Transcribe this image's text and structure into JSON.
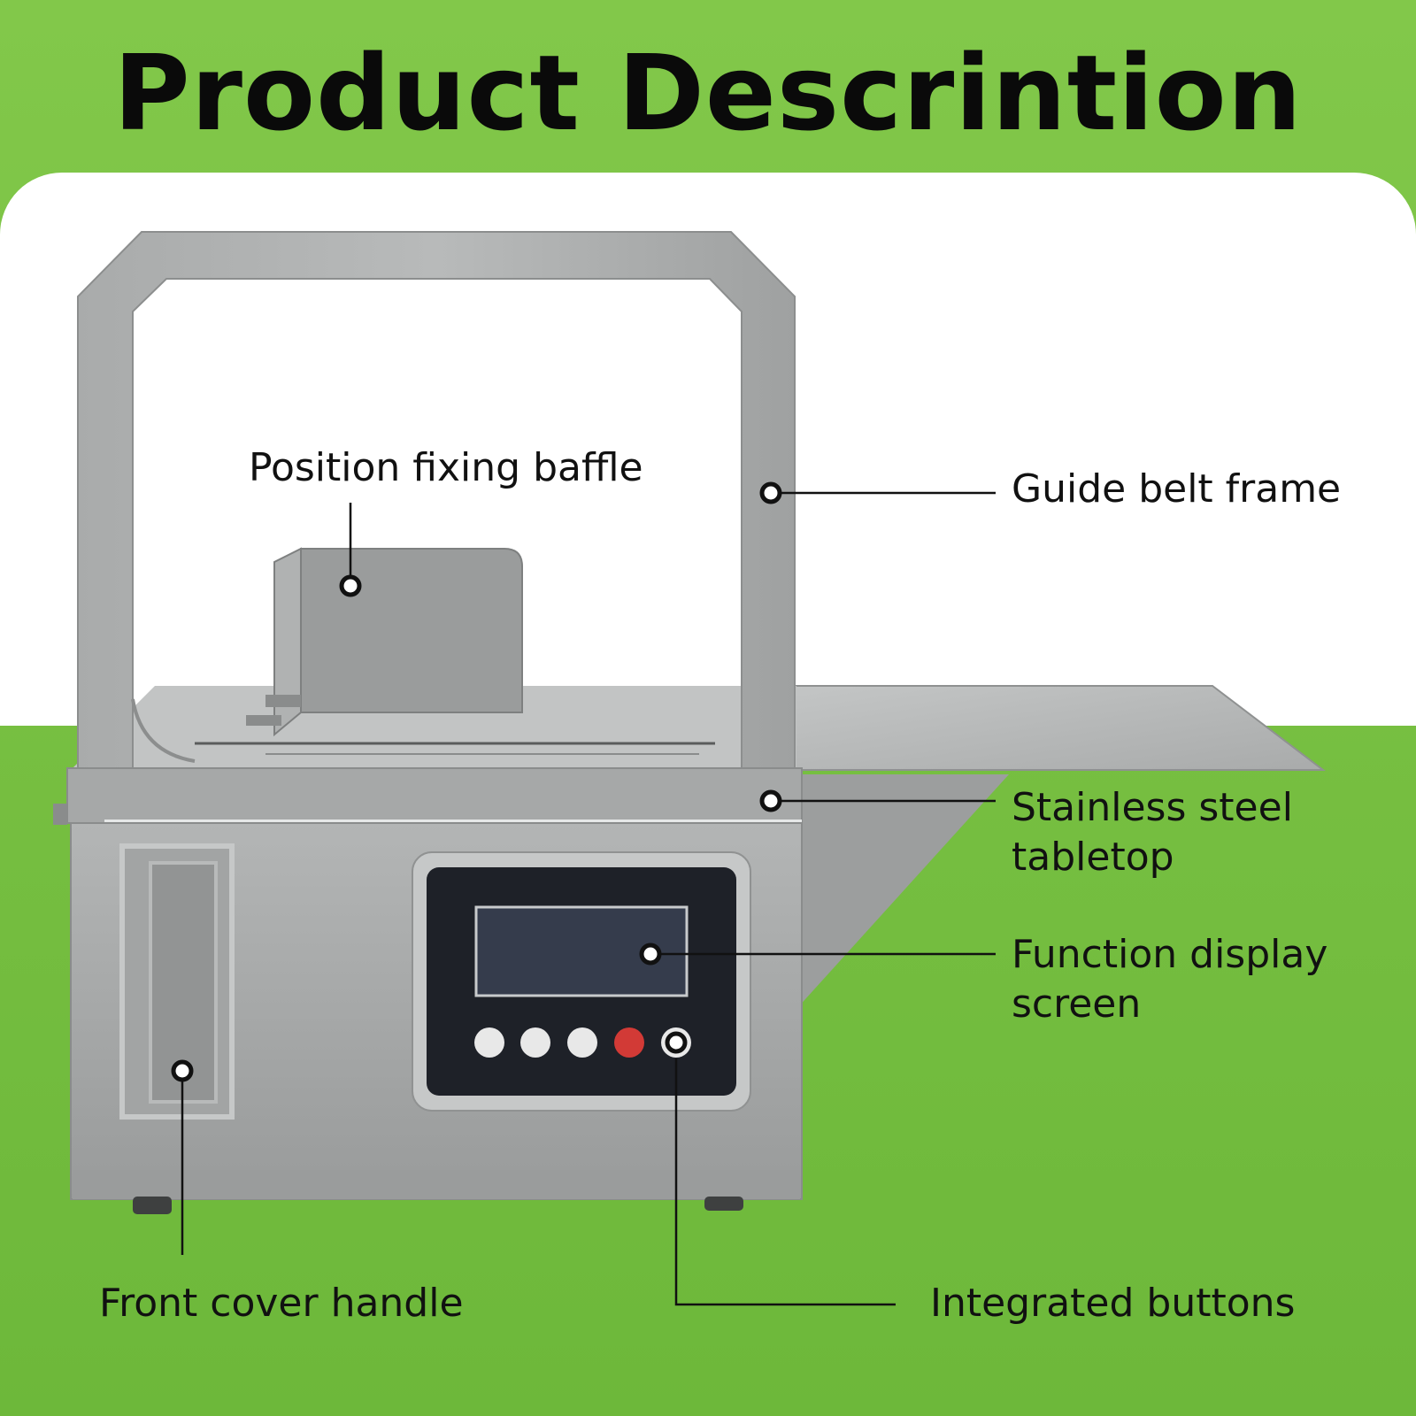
{
  "title": "Product Descrintion",
  "colors": {
    "background_green": "#78c042",
    "panel_white": "#ffffff",
    "steel": "#a4a6a6",
    "text": "#111111",
    "stop_button": "#d23a36"
  },
  "labels": {
    "position_fixing_baffle": "Position fixing baffle",
    "guide_belt_frame": "Guide belt frame",
    "stainless_steel_tabletop_line1": "Stainless steel",
    "stainless_steel_tabletop_line2": "tabletop",
    "function_display_screen_line1": "Function display",
    "function_display_screen_line2": "screen",
    "front_cover_handle": "Front cover handle",
    "integrated_buttons": "Integrated buttons"
  }
}
